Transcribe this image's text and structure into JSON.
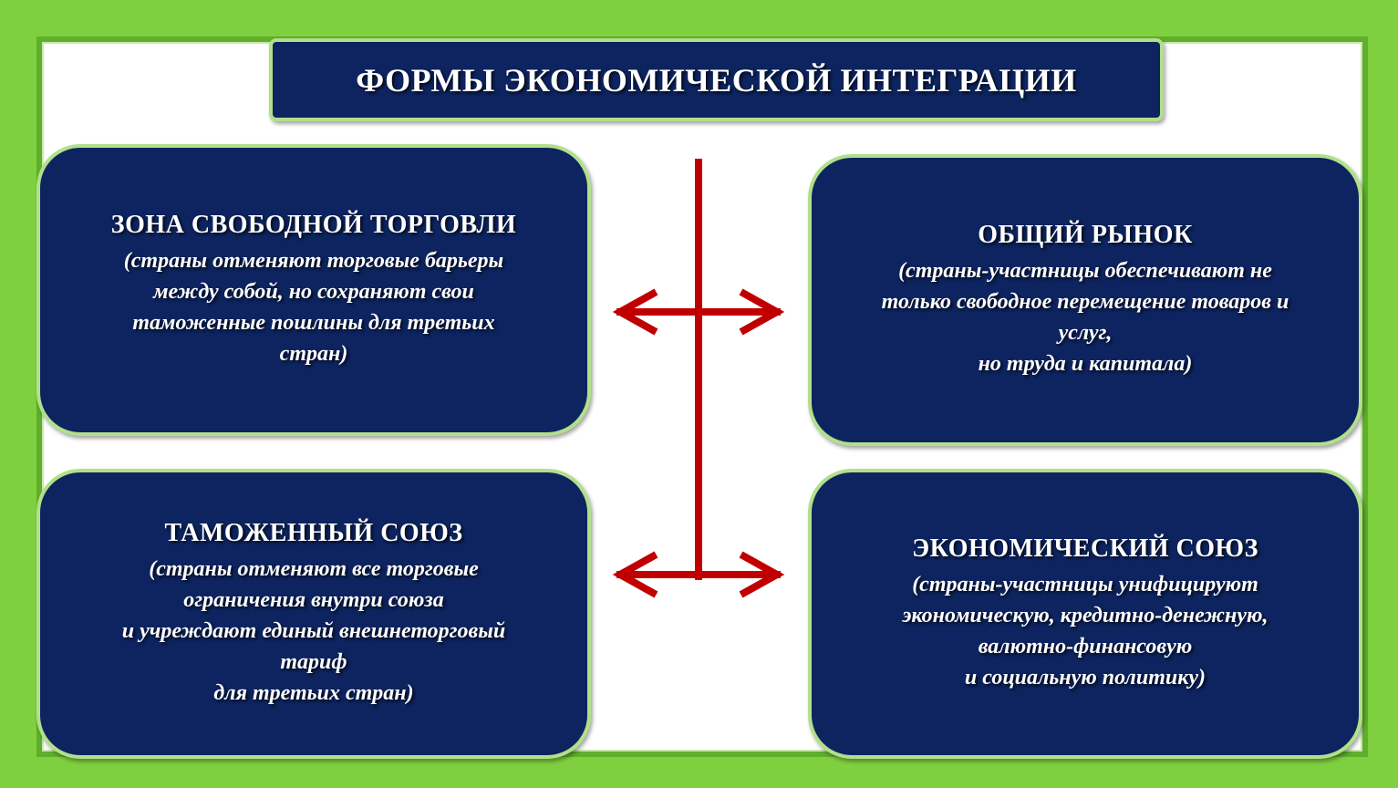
{
  "title": "ФОРМЫ ЭКОНОМИЧЕСКОЙ ИНТЕГРАЦИИ",
  "colors": {
    "frame": "#7ed03f",
    "box_fill": "#0d2460",
    "box_border": "#b2e08a",
    "arrow": "#c00000",
    "text": "#ffffff"
  },
  "forms": [
    {
      "heading": "ЗОНА СВОБОДНОЙ ТОРГОВЛИ",
      "description": "(страны отменяют торговые барьеры\nмежду собой, но сохраняют свои\nтаможенные пошлины для третьих\nстран)"
    },
    {
      "heading": "ОБЩИЙ РЫНОК",
      "description": "(страны-участницы обеспечивают не\nтолько свободное перемещение товаров и\nуслуг,\nно труда и капитала)"
    },
    {
      "heading": "ТАМОЖЕННЫЙ СОЮЗ",
      "description": "(страны отменяют все торговые\nограничения внутри союза\nи учреждают единый внешнеторговый\nтариф\nдля третьих стран)"
    },
    {
      "heading": "ЭКОНОМИЧЕСКИЙ СОЮЗ",
      "description": "(страны-участницы унифицируют\nэкономическую, кредитно-денежную,\nвалютно-финансовую\nи социальную политику)"
    }
  ]
}
